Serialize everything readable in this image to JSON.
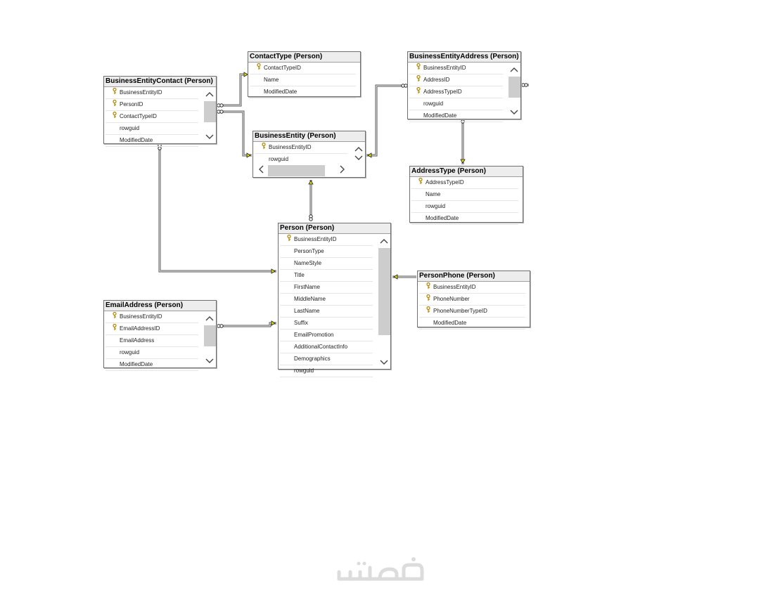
{
  "diagram": {
    "tables": [
      {
        "id": "business-entity-contact",
        "title": "BusinessEntityContact (Person)",
        "columns": [
          {
            "name": "BusinessEntityID",
            "key": true
          },
          {
            "name": "PersonID",
            "key": true
          },
          {
            "name": "ContactTypeID",
            "key": true
          },
          {
            "name": "rowguid",
            "key": false
          },
          {
            "name": "ModifiedDate",
            "key": false
          }
        ]
      },
      {
        "id": "contact-type",
        "title": "ContactType (Person)",
        "columns": [
          {
            "name": "ContactTypeID",
            "key": true
          },
          {
            "name": "Name",
            "key": false
          },
          {
            "name": "ModifiedDate",
            "key": false
          }
        ]
      },
      {
        "id": "business-entity-address",
        "title": "BusinessEntityAddress (Person)",
        "columns": [
          {
            "name": "BusinessEntityID",
            "key": true
          },
          {
            "name": "AddressID",
            "key": true
          },
          {
            "name": "AddressTypeID",
            "key": true
          },
          {
            "name": "rowguid",
            "key": false
          },
          {
            "name": "ModifiedDate",
            "key": false
          }
        ]
      },
      {
        "id": "business-entity",
        "title": "BusinessEntity (Person)",
        "columns": [
          {
            "name": "BusinessEntityID",
            "key": true
          },
          {
            "name": "rowguid",
            "key": false
          }
        ]
      },
      {
        "id": "address-type",
        "title": "AddressType (Person)",
        "columns": [
          {
            "name": "AddressTypeID",
            "key": true
          },
          {
            "name": "Name",
            "key": false
          },
          {
            "name": "rowguid",
            "key": false
          },
          {
            "name": "ModifiedDate",
            "key": false
          }
        ]
      },
      {
        "id": "person",
        "title": "Person (Person)",
        "columns": [
          {
            "name": "BusinessEntityID",
            "key": true
          },
          {
            "name": "PersonType",
            "key": false
          },
          {
            "name": "NameStyle",
            "key": false
          },
          {
            "name": "Title",
            "key": false
          },
          {
            "name": "FirstName",
            "key": false
          },
          {
            "name": "MiddleName",
            "key": false
          },
          {
            "name": "LastName",
            "key": false
          },
          {
            "name": "Suffix",
            "key": false
          },
          {
            "name": "EmailPromotion",
            "key": false
          },
          {
            "name": "AdditionalContactInfo",
            "key": false
          },
          {
            "name": "Demographics",
            "key": false
          },
          {
            "name": "rowguid",
            "key": false
          }
        ]
      },
      {
        "id": "person-phone",
        "title": "PersonPhone (Person)",
        "columns": [
          {
            "name": "BusinessEntityID",
            "key": true
          },
          {
            "name": "PhoneNumber",
            "key": true
          },
          {
            "name": "PhoneNumberTypeID",
            "key": true
          },
          {
            "name": "ModifiedDate",
            "key": false
          }
        ]
      },
      {
        "id": "email-address",
        "title": "EmailAddress (Person)",
        "columns": [
          {
            "name": "BusinessEntityID",
            "key": true
          },
          {
            "name": "EmailAddressID",
            "key": true
          },
          {
            "name": "EmailAddress",
            "key": false
          },
          {
            "name": "rowguid",
            "key": false
          },
          {
            "name": "ModifiedDate",
            "key": false
          }
        ]
      }
    ],
    "relationships": [
      {
        "from": "business-entity-contact",
        "to": "contact-type"
      },
      {
        "from": "business-entity-contact",
        "to": "business-entity"
      },
      {
        "from": "business-entity-address",
        "to": "business-entity"
      },
      {
        "from": "business-entity-address",
        "to": "address-type"
      },
      {
        "from": "person",
        "to": "business-entity"
      },
      {
        "from": "business-entity-contact",
        "to": "person"
      },
      {
        "from": "email-address",
        "to": "person"
      },
      {
        "from": "person-phone",
        "to": "person"
      }
    ],
    "colors": {
      "line": "#555555",
      "key_icon": "#b38600",
      "connector_key": "#e8d800",
      "header_bg": "#ededed",
      "scroll_thumb": "#cdcdcd",
      "watermark": "#dcdcdc"
    },
    "icons": {
      "primary_key": "key-icon",
      "scroll_up": "chevron-up-icon",
      "scroll_down": "chevron-down-icon",
      "scroll_left": "chevron-left-icon",
      "scroll_right": "chevron-right-icon",
      "watermark": "khamsat-logo"
    }
  },
  "watermark": {
    "text": "خمسات"
  }
}
